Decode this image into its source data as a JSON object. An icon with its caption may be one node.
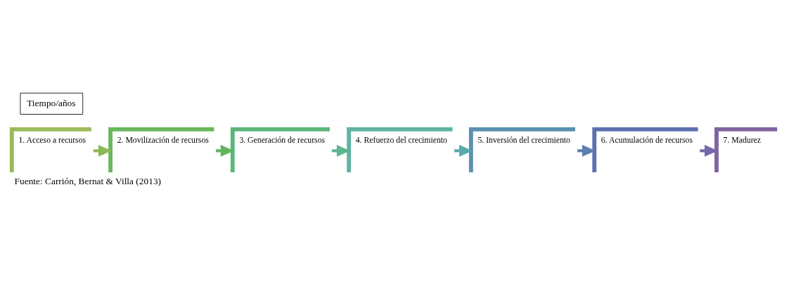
{
  "diagram": {
    "caption": "Fuente: Carrión, Bernat & Villa (2013)",
    "nodes": [
      {
        "text": [
          "1. Acceso a recursos"
        ]
      },
      {
        "text": [
          "2. Movilización de recursos"
        ]
      },
      {
        "text": [
          "3. Generación de recursos"
        ]
      },
      {
        "text": [
          "4. Refuerzo del crecimiento"
        ]
      },
      {
        "text": [
          "5. Inversión del crecimiento"
        ]
      },
      {
        "text": [
          "6. Acumulación de recursos"
        ]
      },
      {
        "text": [
          "7. Madurez"
        ]
      },
      {
        "text": [
          "Tiempo/años"
        ]
      }
    ],
    "edges": [
      {
        "from": 0,
        "to": 1,
        "arrow": "to",
        "color": "#8cb856"
      },
      {
        "from": 1,
        "to": 2,
        "arrow": "to",
        "color": "#62b55e"
      },
      {
        "from": 2,
        "to": 3,
        "arrow": "to",
        "color": "#5cb58c"
      },
      {
        "from": 3,
        "to": 4,
        "arrow": "to",
        "color": "#5ca8ab"
      },
      {
        "from": 4,
        "to": 5,
        "arrow": "to",
        "color": "#5d7fb0"
      },
      {
        "from": 5,
        "to": 6,
        "arrow": "to",
        "color": "#7468aa"
      }
    ]
  }
}
